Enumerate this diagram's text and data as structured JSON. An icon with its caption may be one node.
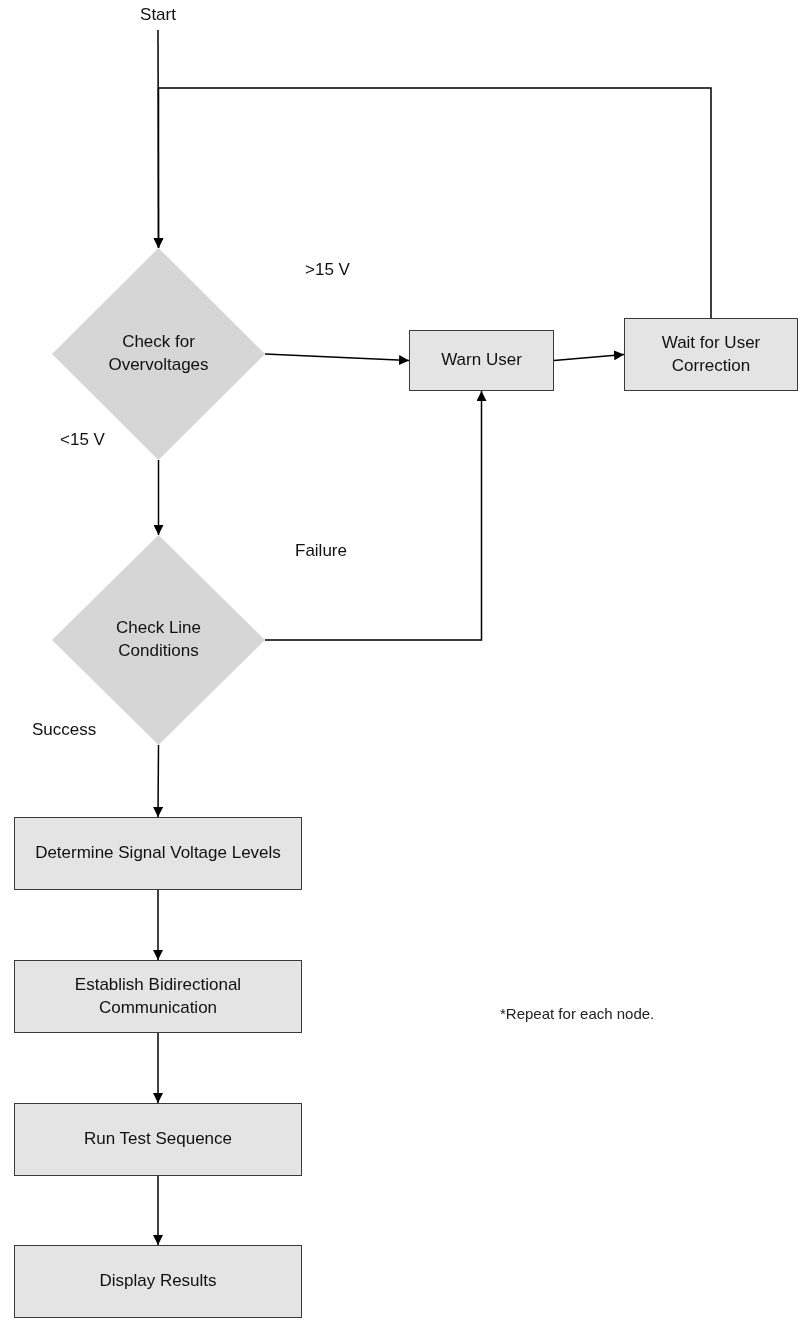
{
  "diagram": {
    "nodes": [
      {
        "text": [
          "Start"
        ]
      },
      {
        "text": [
          "Check for Overvoltages"
        ]
      },
      {
        "text": [
          "Warn User"
        ]
      },
      {
        "text": [
          "Wait for User Correction"
        ]
      },
      {
        "text": [
          "Check Line Conditions"
        ]
      },
      {
        "text": [
          "Determine Signal Voltage Levels"
        ]
      },
      {
        "text": [
          "Establish Bidirectional Communication"
        ]
      },
      {
        "text": [
          "Run Test Sequence"
        ]
      },
      {
        "text": [
          "Display Results"
        ]
      }
    ],
    "edges": [
      {
        "from": 0,
        "to": 1,
        "arrow": "to"
      },
      {
        "from": 3,
        "to": 1,
        "arrow": "to"
      },
      {
        "from": 1,
        "to": 2,
        "arrow": "to",
        "label": ">15 V"
      },
      {
        "from": 2,
        "to": 3,
        "arrow": "to"
      },
      {
        "from": 1,
        "to": 4,
        "arrow": "to",
        "label": "<15 V"
      },
      {
        "from": 4,
        "to": 2,
        "arrow": "to",
        "label": "Failure"
      },
      {
        "from": 4,
        "to": 5,
        "arrow": "to",
        "label": "Success"
      },
      {
        "from": 5,
        "to": 6,
        "arrow": "to"
      },
      {
        "from": 6,
        "to": 7,
        "arrow": "to"
      },
      {
        "from": 7,
        "to": 8,
        "arrow": "to"
      }
    ],
    "labels": [
      "*Repeat for each node."
    ]
  }
}
